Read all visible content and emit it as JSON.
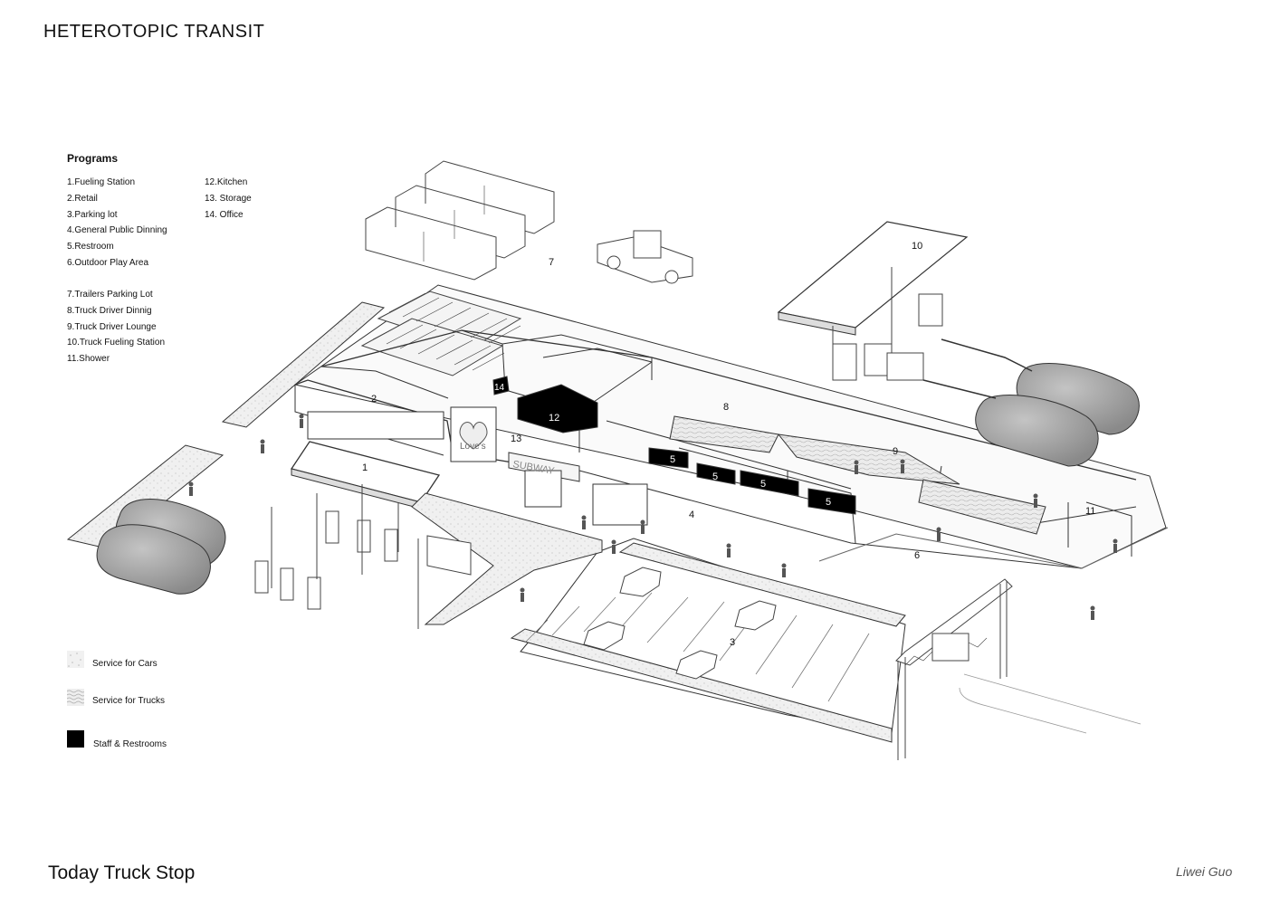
{
  "title": "HETEROTOPIC TRANSIT",
  "footer_title": "Today Truck Stop",
  "author": "Liwei Guo",
  "programs": {
    "heading": "Programs",
    "col1": [
      "1.Fueling Station",
      "2.Retail",
      "3.Parking lot",
      "4.General Public Dinning",
      "5.Restroom",
      "6.Outdoor Play Area"
    ],
    "col2": [
      "7.Trailers Parking Lot",
      "8.Truck Driver Dinnig",
      "9.Truck Driver Lounge",
      "10.Truck Fueling Station",
      "11.Shower"
    ],
    "col3": [
      "12.Kitchen",
      "13. Storage",
      "14. Office"
    ]
  },
  "legend": [
    {
      "label": "Service for Cars",
      "pattern": "light-speckle"
    },
    {
      "label": "Service for Trucks",
      "pattern": "wave-hatch"
    },
    {
      "label": "Staff & Restrooms",
      "pattern": "solid-black"
    }
  ],
  "map_numbers": [
    "1",
    "2",
    "3",
    "4",
    "5",
    "5",
    "5",
    "5",
    "6",
    "7",
    "8",
    "9",
    "10",
    "11",
    "12",
    "13",
    "14"
  ],
  "signage": {
    "store_sign": "Love's",
    "restaurant_sign": "SUBWAY"
  },
  "colors": {
    "line": "#333333",
    "staff_fill": "#000000",
    "tank_fill": "#9a9a9a",
    "ground_light": "#eeeeee"
  }
}
